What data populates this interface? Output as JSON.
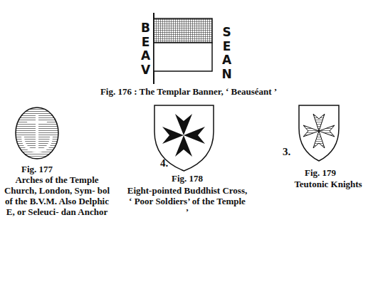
{
  "diagram": {
    "labels": [
      "BEAV",
      "SEAN",
      "Fig. 176 : The Templar Banner, ‘ Beauséant ’",
      "Fig. 177",
      "Arches of the Temple Church, London, Sym- bol of the B.V.M. Also Delphic E, or Seleuci- dan Anchor",
      "4.",
      "Fig. 178",
      "Eight-pointed Buddhist Cross, ‘ Poor Soldiers’ of the Temple ’",
      "3.",
      "Fig. 179",
      "Teutonic Knights"
    ]
  }
}
